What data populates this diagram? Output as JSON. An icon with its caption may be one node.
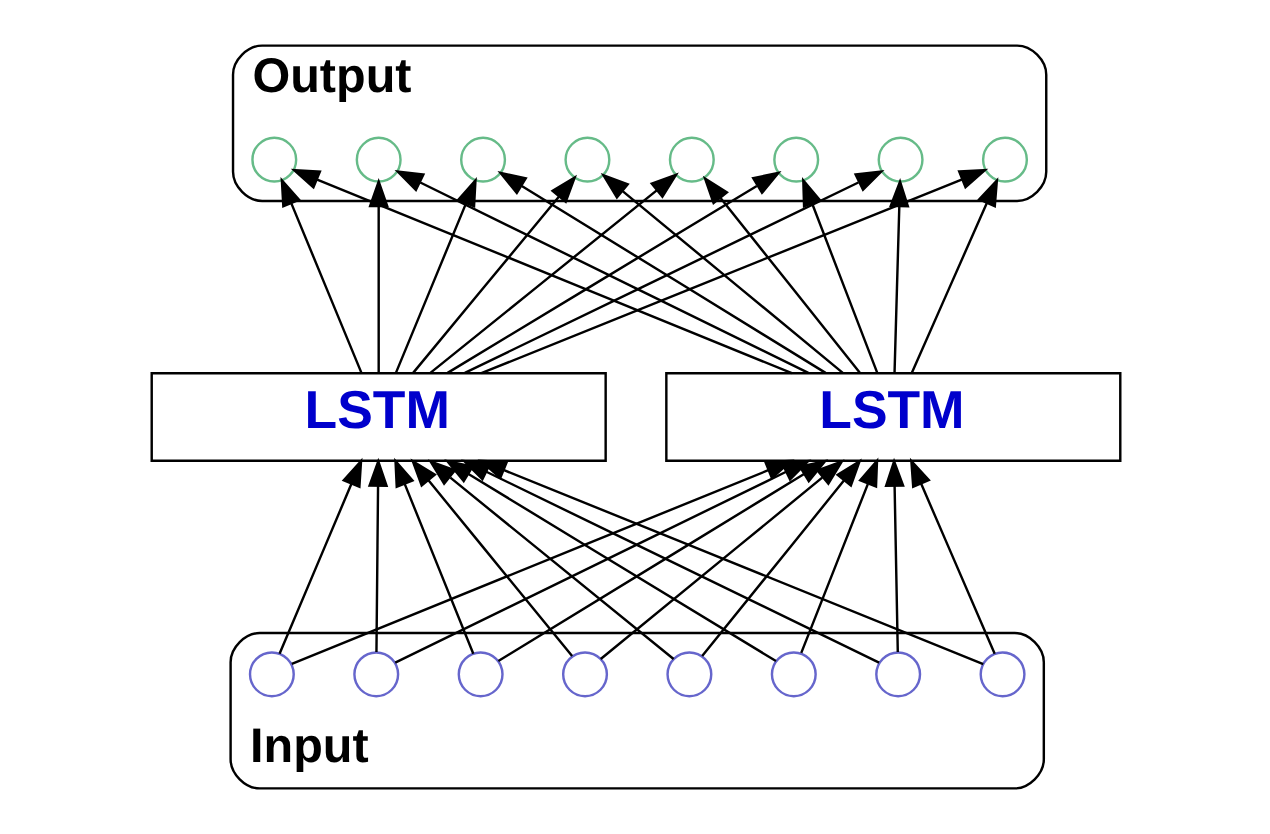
{
  "diagram": {
    "nodes": [
      {
        "text": [
          "Output"
        ]
      },
      {
        "text": [],
        "shape": "circle",
        "in": 0
      },
      {
        "text": [],
        "shape": "circle",
        "in": 0
      },
      {
        "text": [],
        "shape": "circle",
        "in": 0
      },
      {
        "text": [],
        "shape": "circle",
        "in": 0
      },
      {
        "text": [],
        "shape": "circle",
        "in": 0
      },
      {
        "text": [],
        "shape": "circle",
        "in": 0
      },
      {
        "text": [],
        "shape": "circle",
        "in": 0
      },
      {
        "text": [],
        "shape": "circle",
        "in": 0
      },
      {
        "text": [
          "LSTM"
        ]
      },
      {
        "text": [
          "LSTM"
        ]
      },
      {
        "text": [
          "Input"
        ]
      },
      {
        "text": [],
        "shape": "circle",
        "in": 11
      },
      {
        "text": [],
        "shape": "circle",
        "in": 11
      },
      {
        "text": [],
        "shape": "circle",
        "in": 11
      },
      {
        "text": [],
        "shape": "circle",
        "in": 11
      },
      {
        "text": [],
        "shape": "circle",
        "in": 11
      },
      {
        "text": [],
        "shape": "circle",
        "in": 11
      },
      {
        "text": [],
        "shape": "circle",
        "in": 11
      },
      {
        "text": [],
        "shape": "circle",
        "in": 11
      }
    ],
    "edges": [
      {
        "from": 12,
        "to": 10,
        "arrow": "to"
      },
      {
        "from": 13,
        "to": 10,
        "arrow": "to"
      },
      {
        "from": 14,
        "to": 10,
        "arrow": "to"
      },
      {
        "from": 15,
        "to": 10,
        "arrow": "to"
      },
      {
        "from": 16,
        "to": 10,
        "arrow": "to"
      },
      {
        "from": 17,
        "to": 10,
        "arrow": "to"
      },
      {
        "from": 18,
        "to": 10,
        "arrow": "to"
      },
      {
        "from": 19,
        "to": 10,
        "arrow": "to"
      },
      {
        "from": 12,
        "to": 9,
        "arrow": "to"
      },
      {
        "from": 13,
        "to": 9,
        "arrow": "to"
      },
      {
        "from": 14,
        "to": 9,
        "arrow": "to"
      },
      {
        "from": 15,
        "to": 9,
        "arrow": "to"
      },
      {
        "from": 16,
        "to": 9,
        "arrow": "to"
      },
      {
        "from": 17,
        "to": 9,
        "arrow": "to"
      },
      {
        "from": 18,
        "to": 9,
        "arrow": "to"
      },
      {
        "from": 19,
        "to": 9,
        "arrow": "to"
      },
      {
        "from": 10,
        "to": 1,
        "arrow": "to"
      },
      {
        "from": 10,
        "to": 2,
        "arrow": "to"
      },
      {
        "from": 10,
        "to": 3,
        "arrow": "to"
      },
      {
        "from": 10,
        "to": 4,
        "arrow": "to"
      },
      {
        "from": 10,
        "to": 5,
        "arrow": "to"
      },
      {
        "from": 10,
        "to": 6,
        "arrow": "to"
      },
      {
        "from": 10,
        "to": 7,
        "arrow": "to"
      },
      {
        "from": 10,
        "to": 8,
        "arrow": "to"
      },
      {
        "from": 9,
        "to": 1,
        "arrow": "to"
      },
      {
        "from": 9,
        "to": 2,
        "arrow": "to"
      },
      {
        "from": 9,
        "to": 3,
        "arrow": "to"
      },
      {
        "from": 9,
        "to": 4,
        "arrow": "to"
      },
      {
        "from": 9,
        "to": 5,
        "arrow": "to"
      },
      {
        "from": 9,
        "to": 6,
        "arrow": "to"
      },
      {
        "from": 9,
        "to": 7,
        "arrow": "to"
      },
      {
        "from": 9,
        "to": 8,
        "arrow": "to"
      }
    ]
  }
}
